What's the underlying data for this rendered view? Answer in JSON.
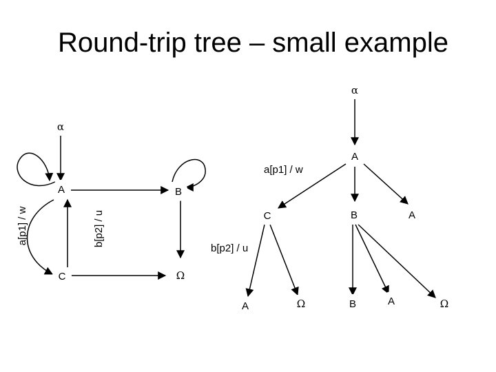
{
  "title": "Round-trip tree – small example",
  "nodes": {
    "left_alpha": "α",
    "left_A": "A",
    "left_B": "B",
    "left_C": "C",
    "left_omega": "Ω",
    "tree_alpha": "α",
    "tree_A": "A",
    "tree_C": "C",
    "tree_B": "B",
    "tree_A2": "A",
    "leaf_A": "A",
    "leaf_omega1": "Ω",
    "leaf_B": "B",
    "leaf_A2": "A",
    "leaf_omega2": "Ω"
  },
  "labels": {
    "left_a_edge": "a[p1] / w",
    "left_b_edge": "b[p2] / u",
    "tree_a_edge": "a[p1] / w",
    "tree_b_edge": "b[p2] / u"
  }
}
